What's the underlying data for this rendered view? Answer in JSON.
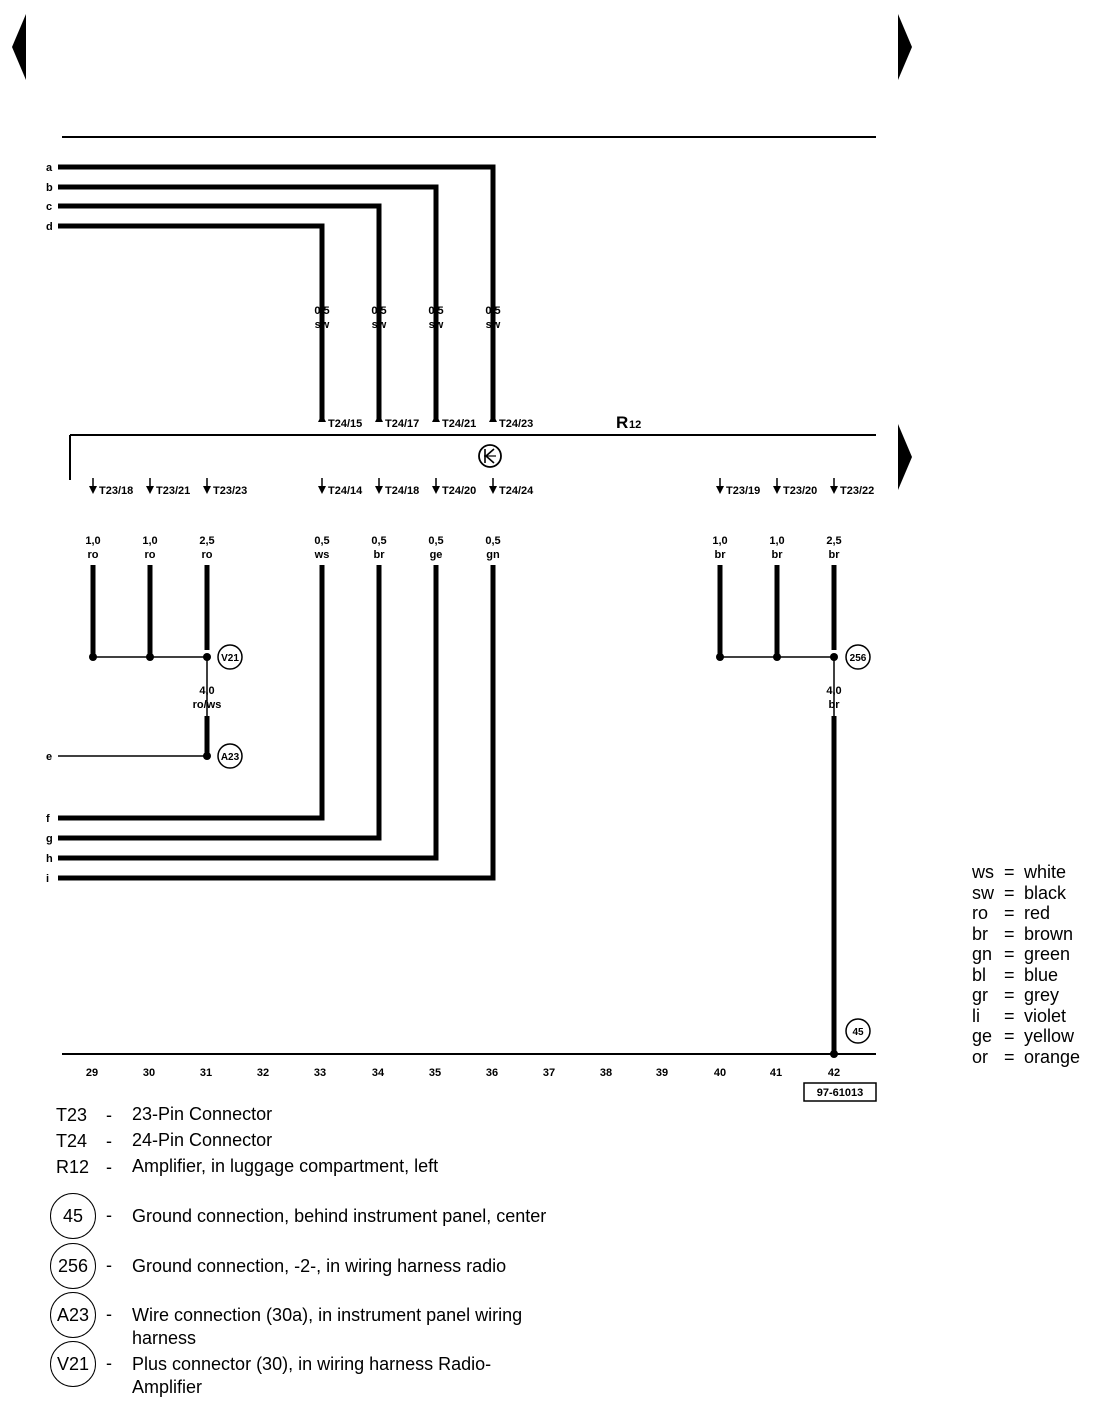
{
  "wires_in": [
    {
      "letter": "a"
    },
    {
      "letter": "b"
    },
    {
      "letter": "c"
    },
    {
      "letter": "d"
    },
    {
      "letter": "e"
    },
    {
      "letter": "f"
    },
    {
      "letter": "g"
    },
    {
      "letter": "h"
    },
    {
      "letter": "i"
    }
  ],
  "top_wires": [
    {
      "gauge": "0,5",
      "color": "sw",
      "pin": "T24/15"
    },
    {
      "gauge": "0,5",
      "color": "sw",
      "pin": "T24/17"
    },
    {
      "gauge": "0,5",
      "color": "sw",
      "pin": "T24/21"
    },
    {
      "gauge": "0,5",
      "color": "sw",
      "pin": "T24/23"
    }
  ],
  "amplifier": {
    "name": "R",
    "number": "12"
  },
  "bottom_pins": [
    {
      "pin": "T23/18",
      "gauge": "1,0",
      "color": "ro"
    },
    {
      "pin": "T23/21",
      "gauge": "1,0",
      "color": "ro"
    },
    {
      "pin": "T23/23",
      "gauge": "2,5",
      "color": "ro"
    },
    {
      "pin": "T24/14",
      "gauge": "0,5",
      "color": "ws"
    },
    {
      "pin": "T24/18",
      "gauge": "0,5",
      "color": "br"
    },
    {
      "pin": "T24/20",
      "gauge": "0,5",
      "color": "ge"
    },
    {
      "pin": "T24/24",
      "gauge": "0,5",
      "color": "gn"
    },
    {
      "pin": "T23/19",
      "gauge": "1,0",
      "color": "br"
    },
    {
      "pin": "T23/20",
      "gauge": "1,0",
      "color": "br"
    },
    {
      "pin": "T23/22",
      "gauge": "2,5",
      "color": "br"
    }
  ],
  "junction_wires": [
    {
      "gauge": "4,0",
      "color": "ro/ws"
    },
    {
      "gauge": "4,0",
      "color": "br"
    }
  ],
  "badges": {
    "v21": "V21",
    "a23": "A23",
    "g256": "256",
    "g45": "45"
  },
  "columns": [
    "29",
    "30",
    "31",
    "32",
    "33",
    "34",
    "35",
    "36",
    "37",
    "38",
    "39",
    "40",
    "41",
    "42"
  ],
  "figure_id": "97-61013",
  "color_legend": [
    {
      "code": "ws",
      "name": "white"
    },
    {
      "code": "sw",
      "name": "black"
    },
    {
      "code": "ro",
      "name": "red"
    },
    {
      "code": "br",
      "name": "brown"
    },
    {
      "code": "gn",
      "name": "green"
    },
    {
      "code": "bl",
      "name": "blue"
    },
    {
      "code": "gr",
      "name": "grey"
    },
    {
      "code": "li",
      "name": "violet"
    },
    {
      "code": "ge",
      "name": "yellow"
    },
    {
      "code": "or",
      "name": "orange"
    }
  ],
  "key_items": [
    {
      "code": "T23",
      "text": "23-Pin Connector"
    },
    {
      "code": "T24",
      "text": "24-Pin Connector"
    },
    {
      "code": "R12",
      "text": "Amplifier, in luggage compartment, left"
    }
  ],
  "key_circles": [
    {
      "code": "45",
      "text": "Ground connection, behind instrument panel, center"
    },
    {
      "code": "256",
      "text": "Ground connection, -2-, in wiring harness radio"
    },
    {
      "code": "A23",
      "text": "Wire connection (30a), in instrument panel wiring harness"
    },
    {
      "code": "V21",
      "text": "Plus connector (30), in wiring harness Radio-Amplifier"
    }
  ],
  "dash": "-"
}
